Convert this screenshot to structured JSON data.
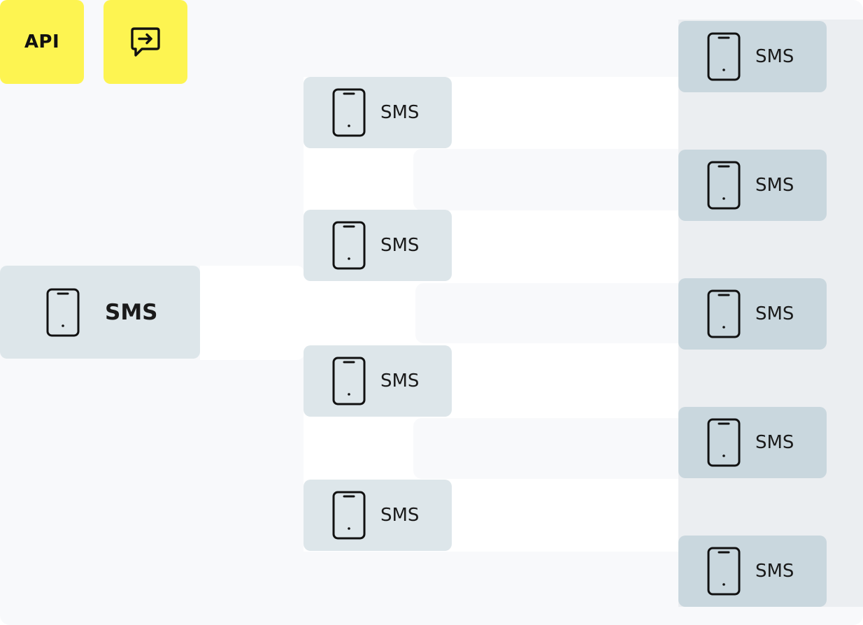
{
  "badges": {
    "api_label": "API",
    "message_icon": "message-forward-icon"
  },
  "root": {
    "label": "SMS",
    "icon": "phone-icon"
  },
  "middle_nodes": [
    {
      "label": "SMS",
      "icon": "phone-icon"
    },
    {
      "label": "SMS",
      "icon": "phone-icon"
    },
    {
      "label": "SMS",
      "icon": "phone-icon"
    },
    {
      "label": "SMS",
      "icon": "phone-icon"
    }
  ],
  "right_nodes": [
    {
      "label": "SMS",
      "icon": "phone-icon"
    },
    {
      "label": "SMS",
      "icon": "phone-icon"
    },
    {
      "label": "SMS",
      "icon": "phone-icon"
    },
    {
      "label": "SMS",
      "icon": "phone-icon"
    },
    {
      "label": "SMS",
      "icon": "phone-icon"
    }
  ],
  "colors": {
    "badge": "#fdf451",
    "background": "#f8f9fb",
    "middle_node": "#dde6ea",
    "right_node": "#c9d7de",
    "right_column": "#ebeef1"
  }
}
